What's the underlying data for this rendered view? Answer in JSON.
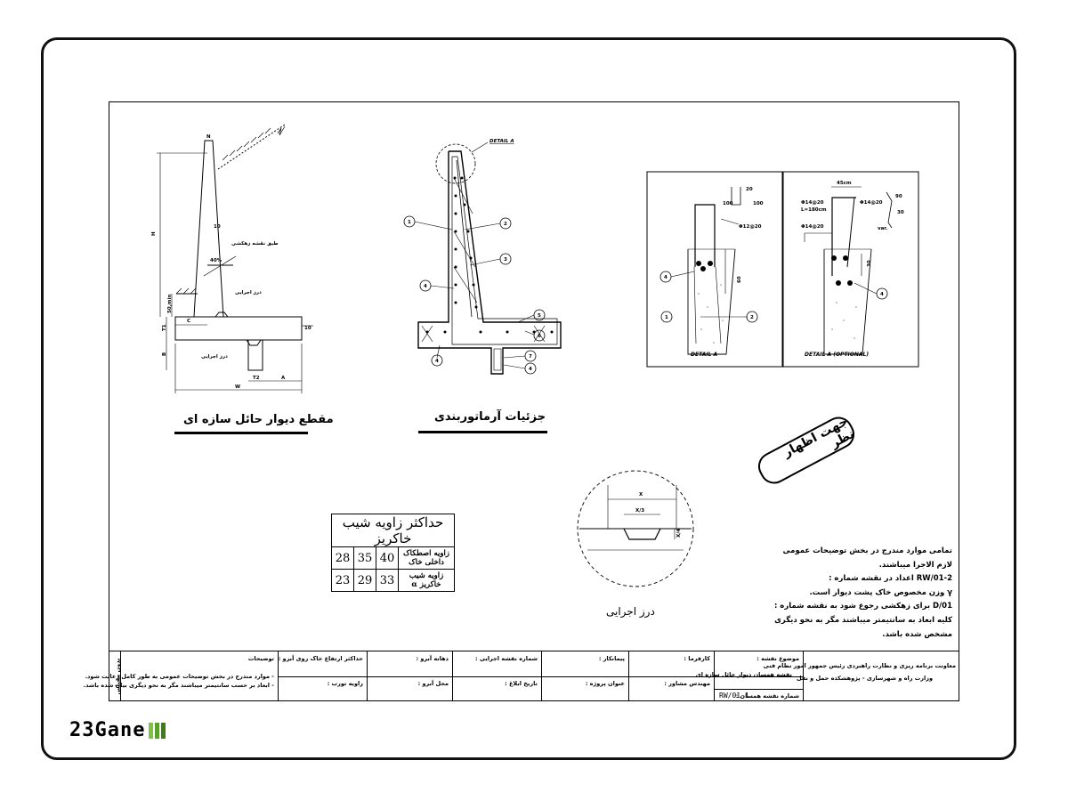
{
  "colors": {
    "logo_bar_1": "#7ec242",
    "logo_bar_2": "#5aa02c",
    "logo_bar_3": "#3c7d1a"
  },
  "logo": {
    "text": "23Gane",
    "icon": "bars-logo-icon"
  },
  "section_view": {
    "title": "مقطع دیوار حائل سازه ای",
    "labels": {
      "n": "N",
      "h": "H",
      "slope_10": "10",
      "slope_40": "40%",
      "drainage_layer": "طبق نقشه زهکشی",
      "joint_1": "درز اجرایی",
      "joint_2": "درز اجرایی",
      "min50": "50,min",
      "c": "C",
      "t1": "T1",
      "b": "B",
      "t2": "T2",
      "a": "A",
      "w": "W",
      "ten": "10"
    }
  },
  "rebar_view": {
    "title": "جزئیات آرماتوربندی",
    "detail_ref": "DETAIL A",
    "markers": [
      "1",
      "2",
      "3",
      "4",
      "5",
      "6",
      "7",
      "4",
      "4"
    ]
  },
  "detail_a": {
    "caption": "DETAIL A",
    "dims": {
      "d20": "20",
      "d100a": "100",
      "d100b": "100",
      "bar": "Φ12@20",
      "d60": "60"
    },
    "markers": [
      "4",
      "1",
      "2"
    ]
  },
  "detail_a_optional": {
    "caption": "DETAIL A (OPTIONAL)",
    "dims": {
      "w45": "45cm",
      "bar1": "Φ14@20",
      "len": "L=180cm",
      "bar2": "Φ14@20",
      "bar3": "Φ14@20",
      "d30": "30",
      "d90": "90",
      "d30b": "30",
      "var": "var."
    },
    "markers": [
      "4"
    ]
  },
  "joint_detail": {
    "title": "درز اجرایی",
    "dims": {
      "x": "X",
      "x3": "X/3",
      "x4": "X/4"
    }
  },
  "slope_table": {
    "header": "حداکثر زاویه شیب خاکریز",
    "rows": [
      {
        "label": "زاویه اصطکاک داخلی خاک",
        "values": [
          "28",
          "35",
          "40"
        ]
      },
      {
        "label": "زاویه شیب خاکریز α",
        "values": [
          "23",
          "29",
          "33"
        ]
      }
    ]
  },
  "stamp": {
    "text": "جهت اظهار نظر"
  },
  "notes": {
    "lines": [
      "تمامی موارد مندرج در بخش توضیحات عمومی",
      "لازم الاجرا میباشند.",
      "RW/01-2 اعداد در نقشه شماره :",
      "γ وزن مخصوص خاک پشت دیوار است.",
      "D/01 برای زهکشی رجوع شود به نقشه شماره :",
      "کلیه ابعاد به سانتیمتر میباشند مگر به نحو دیگری",
      "مشخص شده باشد."
    ]
  },
  "title_block": {
    "scale": "بدون مقیاس",
    "desc_head": "توضیحات",
    "desc_1": "- موارد مندرج در بخش توضیحات عمومی به طور کامل رعایت شود.",
    "desc_2": "- ابعاد بر حسب سانتیمتر میباشند مگر به نحو دیگری بیان شده باشد.",
    "max_height": "حداکثر ارتفاع خاک روی آبرو :",
    "skew": "زاویه تورب :",
    "opening": "دهانه آبرو :",
    "location": "محل آبرو :",
    "exec_no": "شماره نقشه اجرایی :",
    "notif_date": "تاریخ ابلاغ :",
    "contractor": "پیمانکار :",
    "project": "عنوان پروژه :",
    "employer": "کارفرما :",
    "consultant": "مهندس مشاور :",
    "subject_head": "موضوع نقشه :",
    "subject": "نقشه همسان دیوار حائل سازه ای",
    "sheet_no_label": "شماره نقشه همسان :",
    "sheet_no": "RW/01-1",
    "org_1": "معاونت برنامه ریزی و نظارت راهبردی رئیس جمهور امور نظام فنی",
    "org_2": "وزارت راه و شهرسازی - پژوهشکده حمل و نقل"
  }
}
